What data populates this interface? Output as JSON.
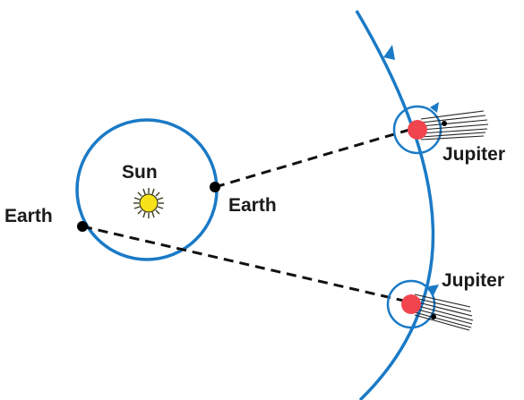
{
  "colors": {
    "orbit": "#1a7ac6",
    "sightline": "#111111",
    "earth_dot": "#000000",
    "jupiter_body": "#f0454f",
    "sun_core": "#f7e21a",
    "sun_rays": "#3a3a1a",
    "moon_trail": "#222222"
  },
  "labels": {
    "sun": "Sun",
    "earth_left": "Earth",
    "earth_right": "Earth",
    "jupiter_top": "Jupiter",
    "jupiter_bottom": "Jupiter"
  },
  "icons": {
    "sun": "sun-icon",
    "direction": "arrowhead-icon"
  }
}
